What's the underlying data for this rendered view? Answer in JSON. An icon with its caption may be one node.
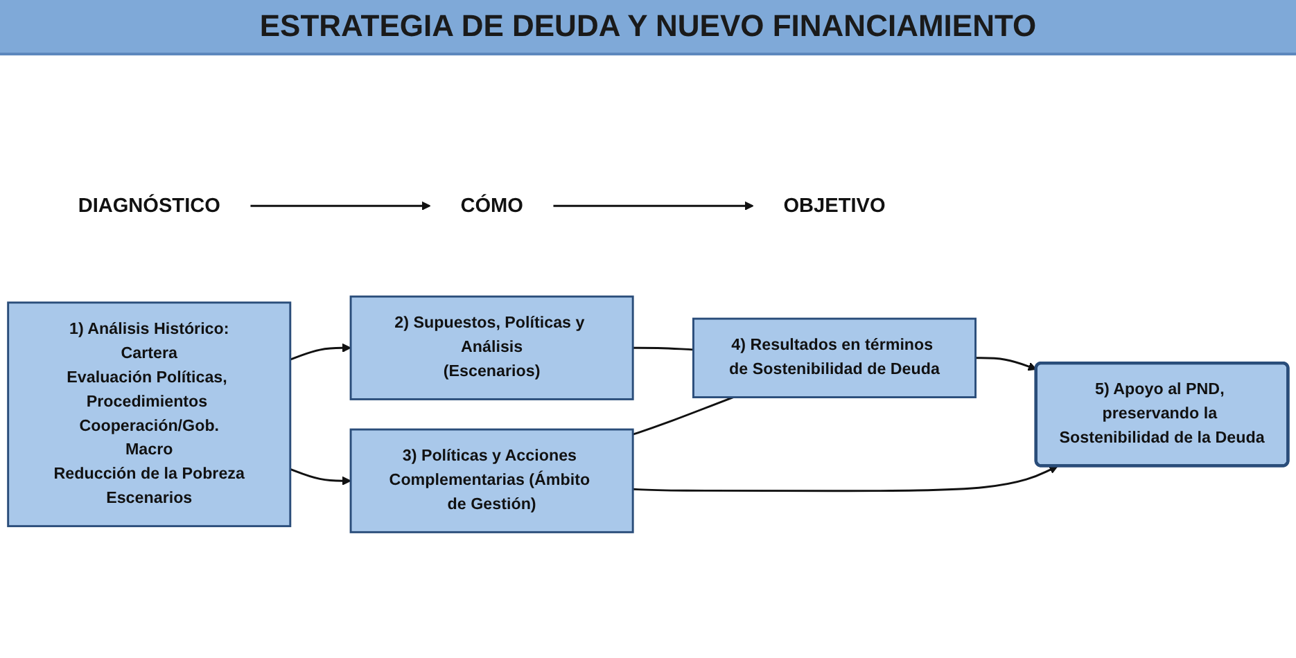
{
  "diagram": {
    "title": "ESTRATEGIA DE DEUDA Y NUEVO FINANCIAMIENTO",
    "nodes": [
      {
        "text": [
          "DIAGNÓSTICO"
        ]
      },
      {
        "text": [
          "CÓMO"
        ]
      },
      {
        "text": [
          "OBJETIVO"
        ]
      },
      {
        "text": [
          "1) Análisis Histórico:",
          "Cartera",
          "Evaluación Políticas, Procedimientos Cooperación/Gob.",
          "Macro",
          "Reducción de la Pobreza",
          "Escenarios"
        ]
      },
      {
        "text": [
          "2) Supuestos, Políticas y Análisis",
          "(Escenarios)"
        ]
      },
      {
        "text": [
          "3) Políticas y Acciones Complementarias (Ámbito de Gestión)"
        ]
      },
      {
        "text": [
          "4) Resultados en términos de Sostenibilidad de Deuda"
        ]
      },
      {
        "text": [
          "5) Apoyo al PND, preservando la Sostenibilidad de la Deuda"
        ]
      }
    ],
    "edges": [
      {
        "from": 0,
        "to": 1,
        "arrow": "to"
      },
      {
        "from": 1,
        "to": 2,
        "arrow": "to"
      },
      {
        "from": 3,
        "to": 4,
        "arrow": "to"
      },
      {
        "from": 3,
        "to": 5,
        "arrow": "to"
      },
      {
        "from": 4,
        "to": 6,
        "arrow": "none"
      },
      {
        "from": 5,
        "to": 6,
        "arrow": "none"
      },
      {
        "from": 6,
        "to": 7,
        "arrow": "to"
      },
      {
        "from": 5,
        "to": 7,
        "arrow": "to"
      }
    ]
  }
}
